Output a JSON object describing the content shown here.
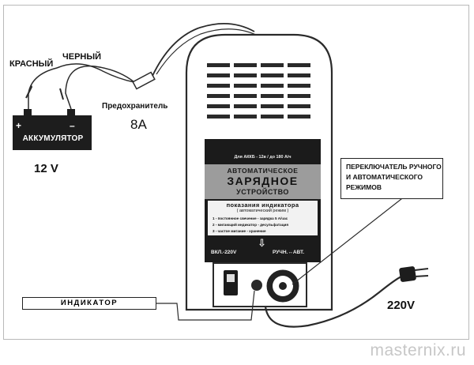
{
  "labels": {
    "red_wire": "КРАСНЫЙ",
    "black_wire": "ЧЕРНЫЙ",
    "fuse": "Предохранитель",
    "fuse_rating": "8А",
    "battery": "АККУМУЛЯТОР",
    "battery_plus": "+",
    "battery_minus": "–",
    "battery_voltage": "12 V",
    "mains_voltage": "220V",
    "indicator": "ИНДИКАТОР",
    "switch_line1": "ПЕРЕКЛЮЧАТЕЛЬ РУЧНОГО",
    "switch_line2": "И АВТОМАТИЧЕСКОГО",
    "switch_line3": "РЕЖИМОВ"
  },
  "panel": {
    "top_line": "Для АККБ - 12в / до 180 А/ч",
    "title_1": "АВТОМАТИЧЕСКОЕ",
    "title_2": "ЗАРЯДНОЕ",
    "title_3": "УСТРОЙСТВО",
    "ind_header": "показания индикатора",
    "ind_sub": "( автоматический режим )",
    "ind_1": "1 - постоянное свечение - зарядка 5 А/час",
    "ind_2": "2 - мигающий индикатор - десульфатация",
    "ind_3": "3 - частое мигание - хранение",
    "bottom_left": "ВКЛ.-220V",
    "bottom_right": "РУЧН.↔АВТ.",
    "arrow": "⇩"
  },
  "watermark": "masternix.ru",
  "colors": {
    "line": "#2a2a2a",
    "device_body": "#ffffff",
    "panel_dark": "#1b1b1b",
    "panel_band": "#9c9c9c",
    "battery": "#1d1d1d"
  }
}
